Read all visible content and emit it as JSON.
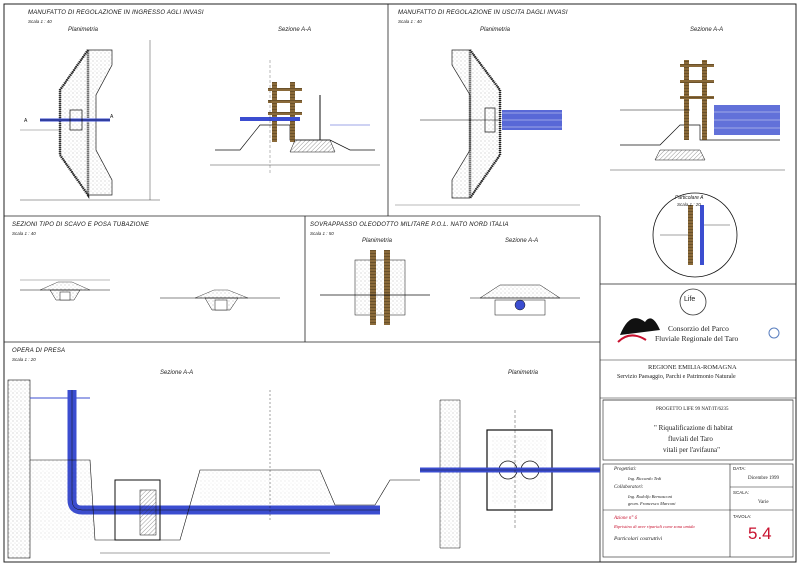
{
  "sections": {
    "top_left": {
      "title": "MANUFATTO DI REGOLAZIONE IN INGRESSO AGLI INVASI",
      "scale": "Scala 1 : 40",
      "views": [
        "Planimetria",
        "Sezione A-A"
      ]
    },
    "top_right": {
      "title": "MANUFATTO DI REGOLAZIONE IN USCITA DAGLI INVASI",
      "scale": "Scala 1 : 40",
      "views": [
        "Planimetria",
        "Sezione A-A"
      ],
      "detail": {
        "title": "Particolare A",
        "scale": "Scala 1 : 20"
      }
    },
    "middle_left": {
      "title": "SEZIONI TIPO DI SCAVO E POSA TUBAZIONE",
      "scale": "Scala 1 : 40"
    },
    "middle_right": {
      "title": "SOVRAPPASSO OLEODOTTO MILITARE P.O.L. NATO NORD ITALIA",
      "scale": "Scala 1 : 50",
      "views": [
        "Planimetria",
        "Sezione A-A"
      ]
    },
    "bottom": {
      "title": "OPERA DI PRESA",
      "scale": "Scala 1 : 20",
      "views": [
        "Sezione A-A",
        "Planimetria"
      ]
    }
  },
  "title_block": {
    "logo_text": "Life",
    "consortium_line1": "Consorzio del Parco",
    "consortium_line2": "Fluviale Regionale del Taro",
    "region": "REGIONE EMILIA-ROMAGNA",
    "service": "Servizio Paesaggio, Parchi e Patrimonio Naturale",
    "project_code": "PROGETTO LIFE 99 NAT/IT/6235",
    "project_title_1": "\" Riqualificazione di habitat",
    "project_title_2": "fluviali del Taro",
    "project_title_3": "vitali per l'avifauna\"",
    "designers_label": "Progettisti:",
    "designer_1": "Ing. Riccardo Tedi",
    "collaborators_label": "Collaboratori:",
    "collaborator_1": "Ing. Rodolfo Bernasconi",
    "collaborator_2": "geom. Francesco Marconi",
    "date_label": "DATA:",
    "date_value": "Dicembre 1999",
    "scale_label": "SCALA:",
    "scale_value": "Varie",
    "sheet_label": "TAVOLA:",
    "sheet_number": "5.4",
    "drawing_line_1": "Azione n° 6",
    "drawing_line_2": "Ripristino di aree ripariali come zona umida",
    "drawing_line_3": "Particolari costruttivi"
  },
  "colors": {
    "water": "#3b4dd0",
    "line": "#111111",
    "accent": "#c8102e"
  }
}
